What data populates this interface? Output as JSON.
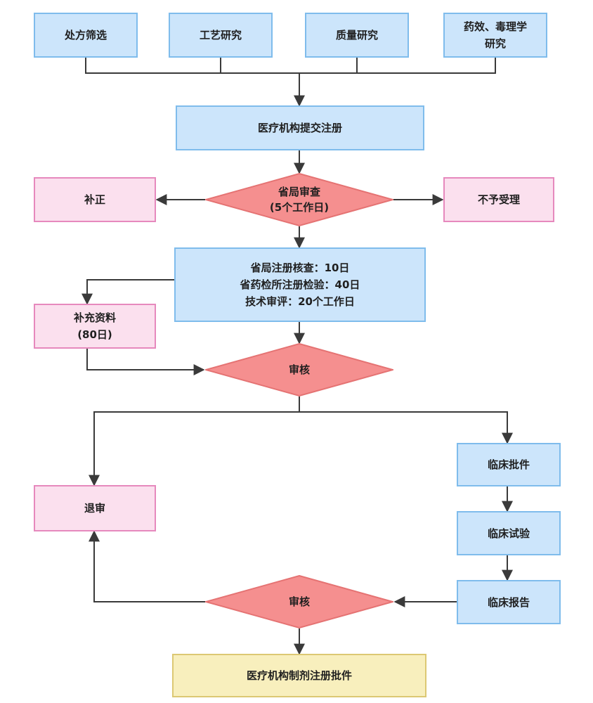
{
  "colors": {
    "process_fill": "#cce5fb",
    "process_border": "#7fbcec",
    "outcome_fill": "#fbe0ee",
    "outcome_border": "#e689bd",
    "decision_fill": "#f58f8f",
    "decision_border": "#e57373",
    "final_fill": "#f8efbd",
    "final_border": "#dcc873",
    "connector": "#3a3a3a"
  },
  "nodes": {
    "prescription_screening": "处方筛选",
    "process_research": "工艺研究",
    "quality_research": "质量研究",
    "pharmacology_toxicology": [
      "药效、毒理学",
      "研究"
    ],
    "institution_submit": "医疗机构提交注册",
    "provincial_review": [
      "省局审查",
      "(5个工作日)"
    ],
    "correction": "补正",
    "not_accepted": "不予受理",
    "registration_check": [
      "省局注册核查：10日",
      "省药检所注册检验：40日",
      "技术审评：20个工作日"
    ],
    "supplement_materials": [
      "补充资料",
      "(80日)"
    ],
    "review_1": "审核",
    "clinical_approval": "临床批件",
    "clinical_trial": "临床试验",
    "clinical_report": "临床报告",
    "rejection": "退审",
    "review_2": "审核",
    "final_approval": "医疗机构制剂注册批件"
  }
}
